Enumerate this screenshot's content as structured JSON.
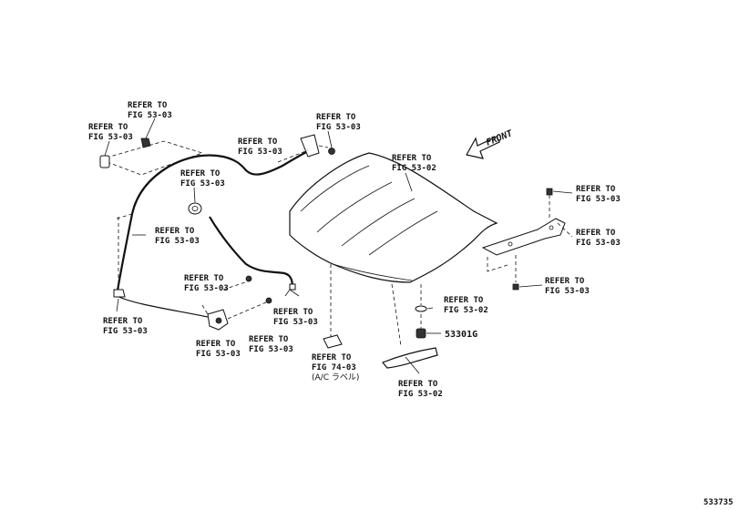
{
  "labels": {
    "ref_top_left_a": [
      "REFER TO",
      "FIG 53-03"
    ],
    "ref_top_left_b": [
      "REFER TO",
      "FIG 53-03"
    ],
    "ref_cable_mid": [
      "REFER TO",
      "FIG 53-03"
    ],
    "ref_grommet": [
      "REFER TO",
      "FIG 53-03"
    ],
    "ref_hinge_upper": [
      "REFER TO",
      "FIG 53-03"
    ],
    "ref_bolt_top": [
      "REFER TO",
      "FIG 53-03"
    ],
    "ref_hood": [
      "REFER TO",
      "FIG 53-02"
    ],
    "ref_clip_mid": [
      "REFER TO",
      "FIG 53-03"
    ],
    "ref_clip_left": [
      "REFER TO",
      "FIG 53-03"
    ],
    "ref_lock_a": [
      "REFER TO",
      "FIG 53-03"
    ],
    "ref_lock_b": [
      "REFER TO",
      "FIG 53-03"
    ],
    "ref_lock_c": [
      "REFER TO",
      "FIG 53-03"
    ],
    "ref_label_ac": [
      "REFER TO",
      "FIG 74-03",
      "(A/C ラベル)"
    ],
    "ref_seal_ring": [
      "REFER TO",
      "FIG 53-02"
    ],
    "ref_insulator": [
      "REFER TO",
      "FIG 53-02"
    ],
    "ref_right_bolt": [
      "REFER TO",
      "FIG 53-03"
    ],
    "ref_right_hinge": [
      "REFER TO",
      "FIG 53-03"
    ],
    "ref_right_lower": [
      "REFER TO",
      "FIG 53-03"
    ]
  },
  "part_number": "53301G",
  "front_label": "FRONT",
  "diagram_id": "533735"
}
